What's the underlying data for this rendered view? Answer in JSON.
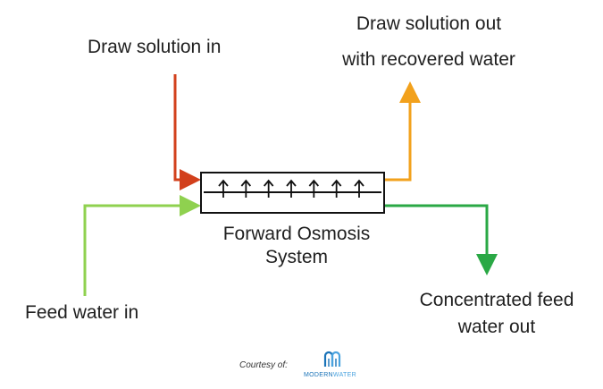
{
  "labels": {
    "draw_in": "Draw solution in",
    "draw_out_line1": "Draw solution out",
    "draw_out_line2": "with recovered water",
    "feed_in": "Feed water in",
    "conc_out_line1": "Concentrated feed",
    "conc_out_line2": "water out",
    "system_line1": "Forward Osmosis",
    "system_line2": "System"
  },
  "credit": {
    "courtesy": "Courtesy of:",
    "logo_bold": "MODERN",
    "logo_light": "WATER"
  },
  "colors": {
    "draw_in": "#d2401c",
    "draw_out": "#f2a11c",
    "feed_in": "#8fd14f",
    "conc_out": "#2aa845",
    "logo": "#1a73b8"
  },
  "membrane": {
    "arrow_count": 7
  }
}
